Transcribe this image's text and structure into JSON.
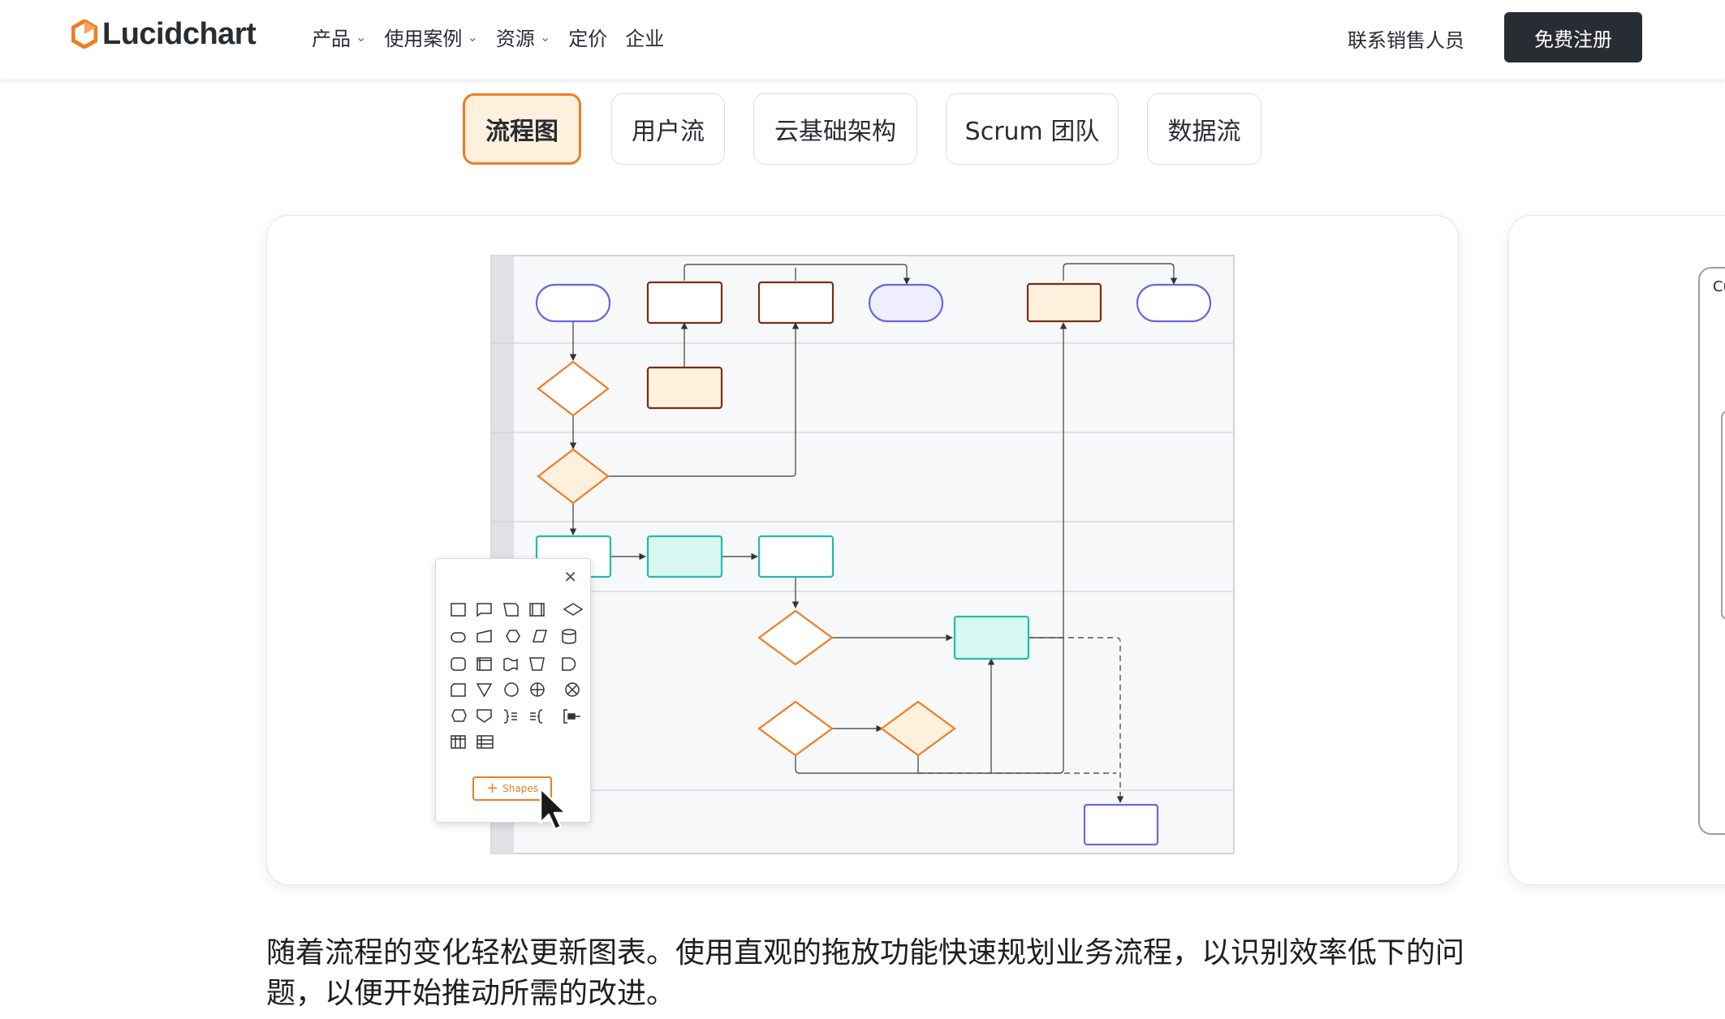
{
  "header": {
    "logo_text": "Lucidchart",
    "nav": [
      {
        "label": "产品",
        "has_dropdown": true
      },
      {
        "label": "使用案例",
        "has_dropdown": true
      },
      {
        "label": "资源",
        "has_dropdown": true
      },
      {
        "label": "定价",
        "has_dropdown": false
      },
      {
        "label": "企业",
        "has_dropdown": false
      }
    ],
    "contact_label": "联系销售人员",
    "signup_label": "免费注册"
  },
  "tabs": [
    {
      "label": "流程图",
      "active": true
    },
    {
      "label": "用户流",
      "active": false
    },
    {
      "label": "云基础架构",
      "active": false
    },
    {
      "label": "Scrum 团队",
      "active": false
    },
    {
      "label": "数据流",
      "active": false
    }
  ],
  "palette": {
    "close_icon": "close-icon",
    "add_shapes_label": "Shapes"
  },
  "peek_card": {
    "partial_text": "Cu"
  },
  "description": "随着流程的变化轻松更新图表。使用直观的拖放功能快速规划业务流程，以识别效率低下的问题，以便开始推动所需的改进。",
  "colors": {
    "accent": "#f07d22",
    "dark_button": "#282c33",
    "active_tab_bg": "#fff1dd",
    "terminator_stroke": "#6866e0",
    "process_stroke": "#7a2e12",
    "decision_stroke": "#f07d22",
    "teal_stroke": "#1fbfa6",
    "teal_fill": "#d9f8f1",
    "cream_fill": "#fff1dd"
  }
}
